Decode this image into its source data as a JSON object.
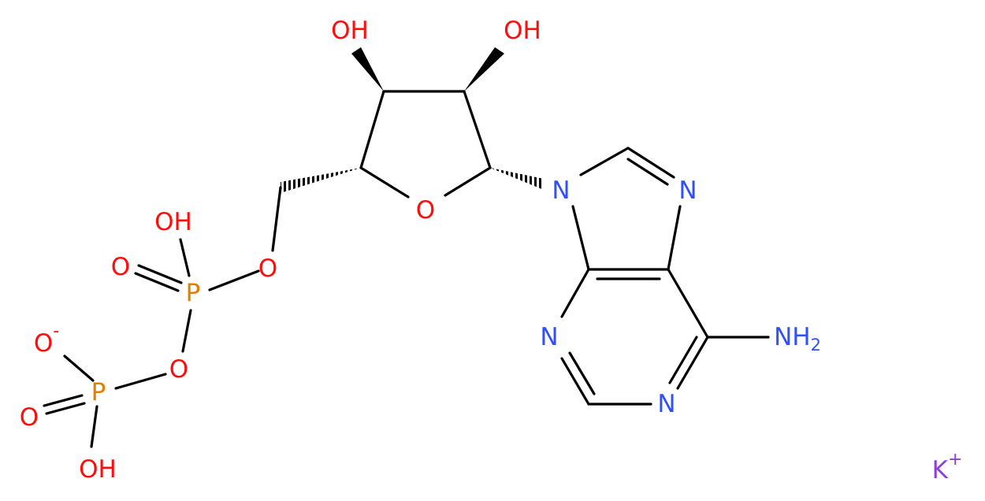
{
  "atoms": {
    "O": "O",
    "N": "N",
    "P": "P",
    "H": "H",
    "K": "K",
    "OH": "OH",
    "NH": "NH",
    "sub2": "2",
    "minus": "-",
    "plus": "+"
  },
  "colors": {
    "oxygen": "#ff0d0d",
    "nitrogen": "#3050f8",
    "phosphorus": "#e08000",
    "potassium": "#8f40d4",
    "bond": "#000000"
  }
}
